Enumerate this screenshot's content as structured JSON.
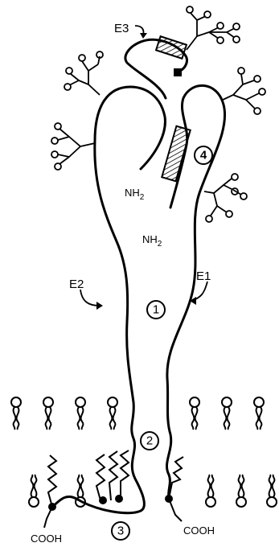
{
  "labels": {
    "e3": "E3",
    "e2": "E2",
    "e1": "E1",
    "nh2": "NH",
    "nh2_sub": "2",
    "cooh": "COOH"
  },
  "domains": [
    "1",
    "2",
    "3",
    "4"
  ]
}
